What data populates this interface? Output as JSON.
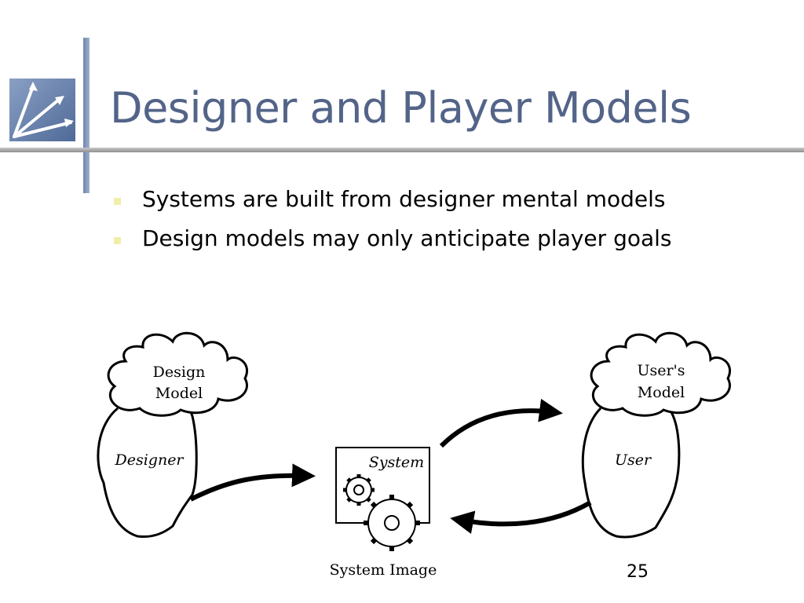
{
  "slide": {
    "title": "Designer and Player Models",
    "bullets": [
      "Systems are built from designer mental models",
      "Design models may only anticipate player goals"
    ],
    "page_number": "25"
  },
  "diagram": {
    "design_model_line1": "Design",
    "design_model_line2": "Model",
    "designer_label": "Designer",
    "system_label": "System",
    "system_image_label": "System Image",
    "users_model_line1": "User's",
    "users_model_line2": "Model",
    "user_label": "User"
  },
  "colors": {
    "title": "#536488",
    "accent_bar": "#6e87ad",
    "bullet": "#f1eea8"
  },
  "icons": [
    "arrows-logo-icon",
    "gear-icon"
  ]
}
